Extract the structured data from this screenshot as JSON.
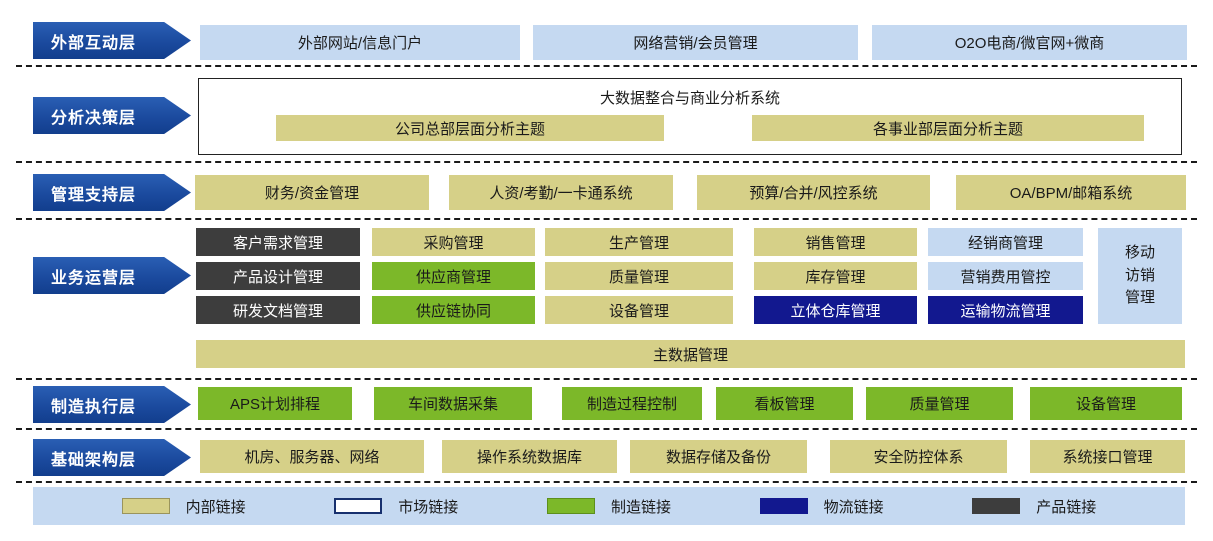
{
  "colors": {
    "layer_label_blue": "#1b4a9e",
    "light_blue": "#c5d9f1",
    "khaki": "#d6d088",
    "green": "#7cb829",
    "navy": "#12188f",
    "dark_gray": "#3d3d3d",
    "legend_background": "#c5d9f1"
  },
  "layers": {
    "external": {
      "label": "外部互动层",
      "boxes": [
        "外部网站/信息门户",
        "网络营销/会员管理",
        "O2O电商/微官网+微商"
      ]
    },
    "analysis": {
      "label": "分析决策层",
      "system_title": "大数据整合与商业分析系统",
      "boxes": [
        "公司总部层面分析主题",
        "各事业部层面分析主题"
      ]
    },
    "management": {
      "label": "管理支持层",
      "boxes": [
        "财务/资金管理",
        "人资/考勤/一卡通系统",
        "预算/合并/风控系统",
        "OA/BPM/邮箱系统"
      ]
    },
    "business": {
      "label": "业务运营层",
      "grid": [
        [
          "客户需求管理",
          "产品设计管理",
          "研发文档管理"
        ],
        [
          "采购管理",
          "供应商管理",
          "供应链协同"
        ],
        [
          "生产管理",
          "质量管理",
          "设备管理"
        ],
        [
          "销售管理",
          "库存管理",
          "立体仓库管理"
        ],
        [
          "经销商管理",
          "营销费用管控",
          "运输物流管理"
        ]
      ],
      "side_box": "移动访销管理",
      "master_data_bar": "主数据管理"
    },
    "mes": {
      "label": "制造执行层",
      "boxes": [
        "APS计划排程",
        "车间数据采集",
        "制造过程控制",
        "看板管理",
        "质量管理",
        "设备管理"
      ]
    },
    "infrastructure": {
      "label": "基础架构层",
      "boxes": [
        "机房、服务器、网络",
        "操作系统数据库",
        "数据存储及备份",
        "安全防控体系",
        "系统接口管理"
      ]
    }
  },
  "legend": {
    "items": [
      {
        "label": "内部链接",
        "type": "khaki"
      },
      {
        "label": "市场链接",
        "type": "white"
      },
      {
        "label": "制造链接",
        "type": "green"
      },
      {
        "label": "物流链接",
        "type": "navy"
      },
      {
        "label": "产品链接",
        "type": "dark"
      }
    ]
  }
}
